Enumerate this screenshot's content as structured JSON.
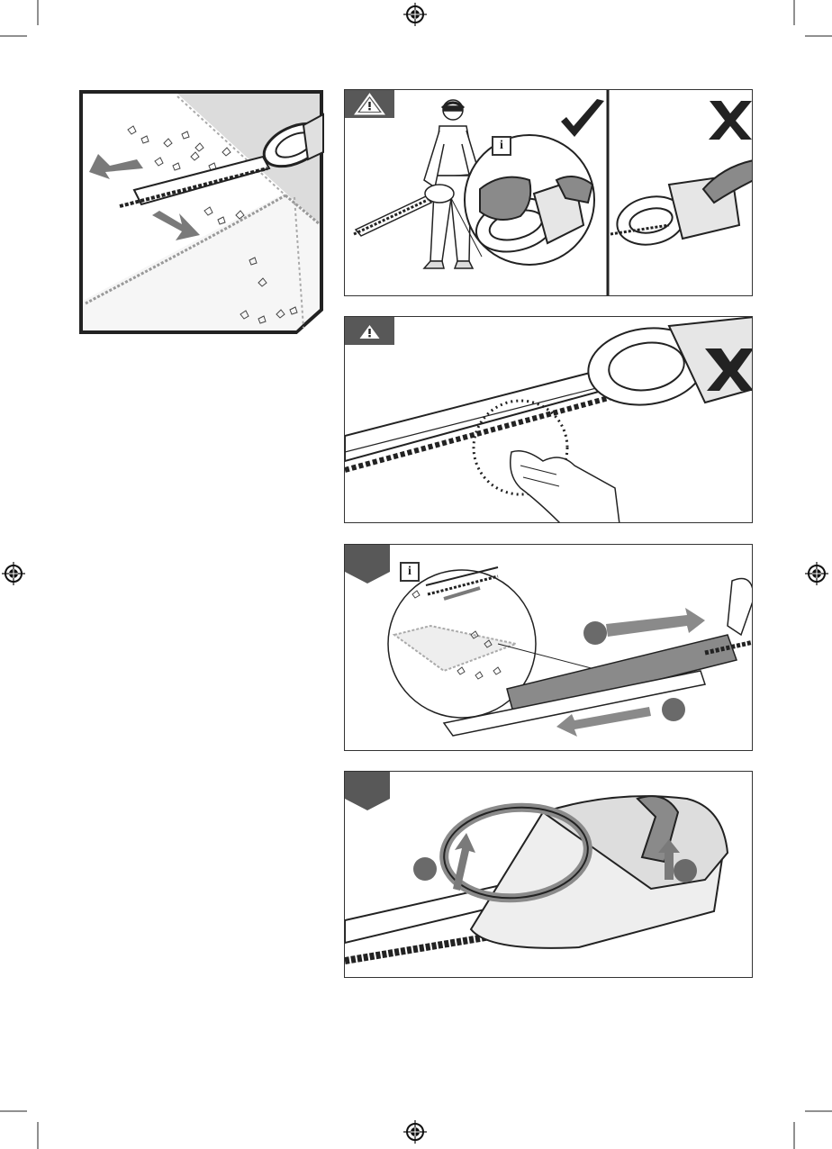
{
  "page": {
    "background": "#ffffff",
    "ink": "#333333",
    "tab_gray": "#585858",
    "arrow_gray": "#7a7a7a",
    "hedge_gray": "#d0d0d0"
  },
  "icons": {
    "registration_mark": "crosshair-circle",
    "warning": "warning-triangle",
    "correct": "check-mark",
    "wrong": "x-mark",
    "info": "info-letter"
  },
  "labels": {
    "info_glyph": "i"
  }
}
